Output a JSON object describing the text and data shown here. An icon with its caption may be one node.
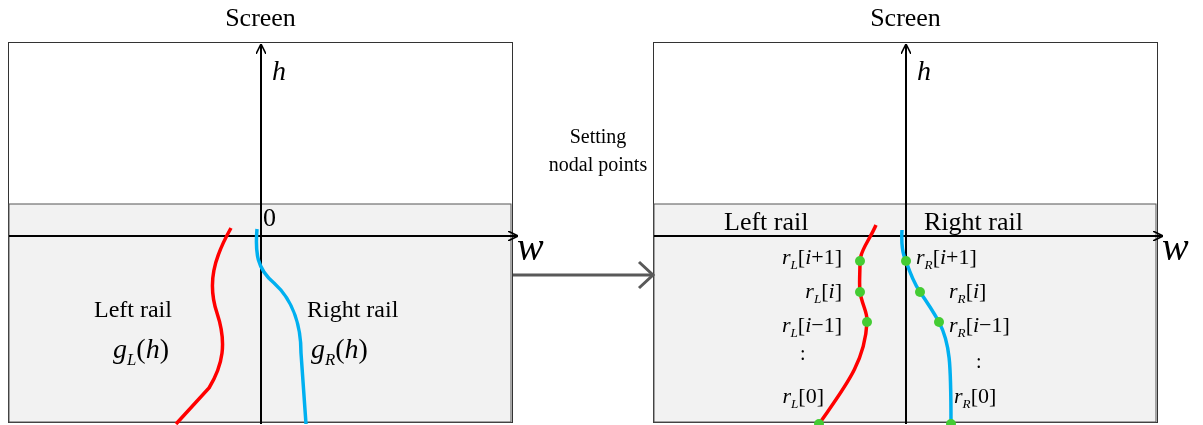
{
  "diagram": {
    "nodes": [
      {
        "text": [
          "Screen"
        ]
      },
      {
        "text": [
          "Screen"
        ]
      }
    ],
    "edges": [
      {
        "from": 0,
        "to": 1,
        "arrow": "to",
        "label": "Setting nodal points",
        "color": "#595959"
      }
    ],
    "labels": [
      "*h*",
      "0",
      "*w*",
      "Left rail",
      "Right rail",
      "*g*$_{L}$(*h*)",
      "*g*$_{R}$(*h*)",
      "*h*",
      "*w*",
      "Left rail",
      "Right rail",
      "*r*$_{L}$[*i*+1]",
      "*r*$_{R}$[*i*+1]",
      "*r*$_{L}$[*i*]",
      "*r*$_{R}$[*i*]",
      "*r*$_{L}$[*i*−1]",
      "*r*$_{R}$[*i*−1]",
      ":",
      ":",
      "*r*$_{L}$[0]",
      "*r*$_{R}$[0]"
    ]
  }
}
